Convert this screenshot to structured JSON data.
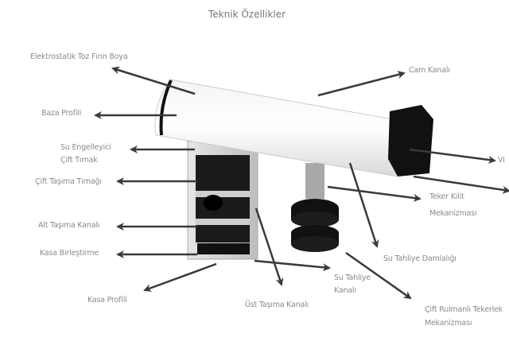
{
  "title": "Teknik Özellikler",
  "labels": {
    "boya": "Elektrostatik Toz Fırın Boya",
    "cam_kanali": "Cam Kanalı",
    "baza": "Baza Profili",
    "su_engelleyici_1": "Su Engelleyici",
    "su_engelleyici_2": "Çift Tırnak",
    "vi": "Vi",
    "cift_tasima": "Çift Taşıma Tırnağı",
    "teker_kilit_1": "Teker Kilit",
    "teker_kilit_2": "Mekanizması",
    "alt_tasima": "Alt Taşıma Kanalı",
    "kasa_birlestirme": "Kasa Birleştirme",
    "su_tahliye_damlaligi": "Su Tahliye Damlalığı",
    "su_tahliye_kanali_1": "Su Tahliye",
    "su_tahliye_kanali_2": "Kanalı",
    "kasa_profili": "Kasa Profili",
    "ust_tasima": "Üst Taşıma Kanalı",
    "rulman_1": "Çift Rulmanlı Tekerlek",
    "rulman_2": "Mekanizması"
  },
  "colors": {
    "arrow": "#3a3a3a",
    "label": "#8a8a8a",
    "cap": "#111111",
    "profile": "#d8d8d8"
  }
}
